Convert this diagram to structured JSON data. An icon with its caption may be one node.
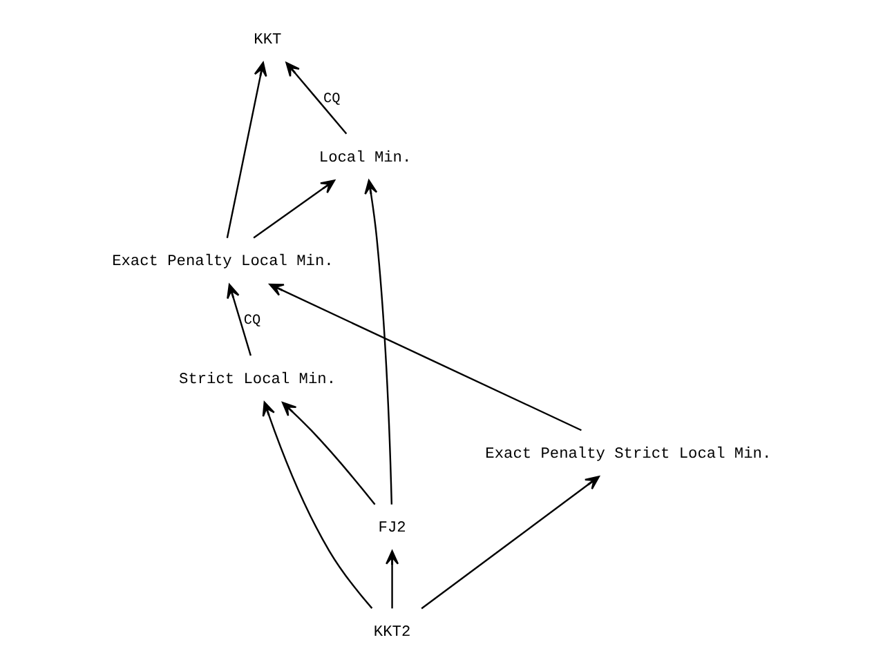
{
  "diagram": {
    "nodes": [
      {
        "text": [
          "Strict Local Min."
        ]
      },
      {
        "text": [
          "KKT"
        ]
      },
      {
        "text": [
          "Local Min."
        ]
      },
      {
        "text": [
          "Exact Penalty Local Min."
        ]
      },
      {
        "text": [
          "Exact Penalty Strict Local Min."
        ]
      },
      {
        "text": [
          "FJ2"
        ]
      },
      {
        "text": [
          "KKT2"
        ]
      }
    ],
    "edges": [
      {
        "from": 0,
        "to": 3,
        "arrow": "to",
        "label": "CQ"
      },
      {
        "from": 3,
        "to": 1,
        "arrow": "to"
      },
      {
        "from": 2,
        "to": 1,
        "arrow": "to",
        "label": "CQ"
      },
      {
        "from": 3,
        "to": 2,
        "arrow": "to"
      },
      {
        "from": 4,
        "to": 3,
        "arrow": "to"
      },
      {
        "from": 5,
        "to": 0,
        "arrow": "to"
      },
      {
        "from": 5,
        "to": 2,
        "arrow": "to"
      },
      {
        "from": 6,
        "to": 5,
        "arrow": "to"
      },
      {
        "from": 6,
        "to": 0,
        "arrow": "to"
      },
      {
        "from": 6,
        "to": 4,
        "arrow": "to"
      }
    ]
  }
}
